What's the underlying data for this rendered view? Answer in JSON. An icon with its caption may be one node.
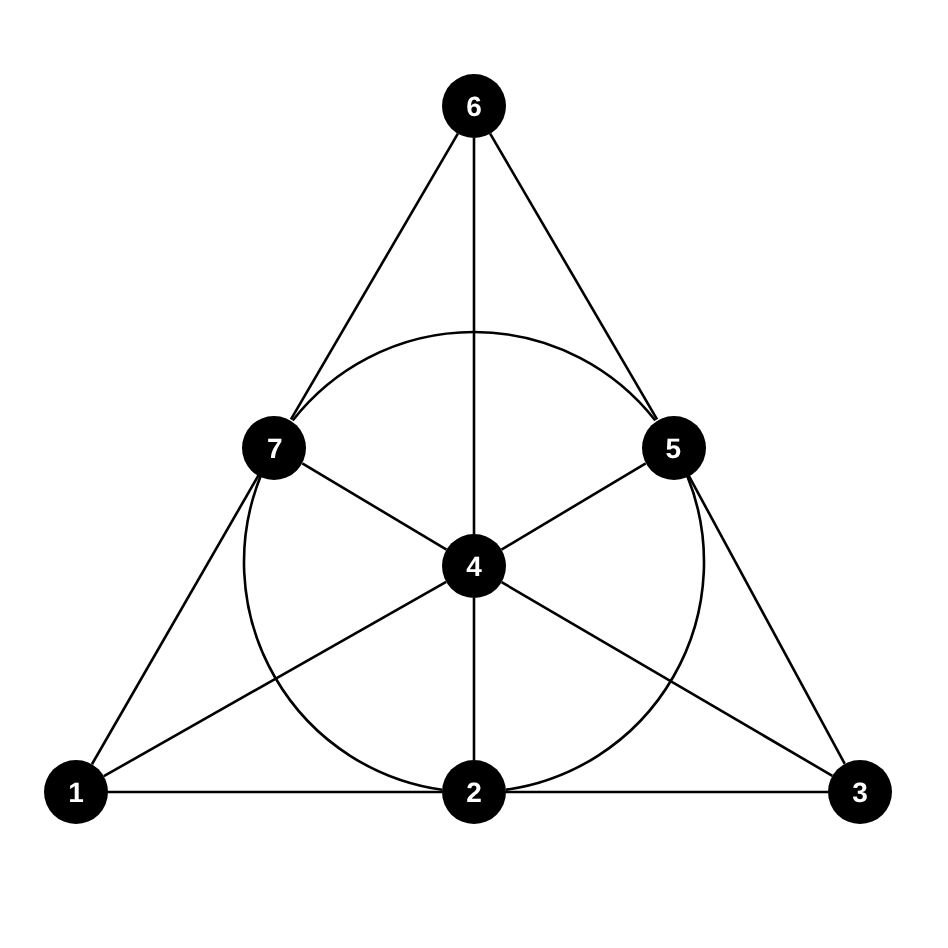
{
  "diagram": {
    "nodes": [
      {
        "text": [
          "6"
        ]
      },
      {
        "text": [
          "7"
        ]
      },
      {
        "text": [
          "5"
        ]
      },
      {
        "text": [
          "4"
        ]
      },
      {
        "text": [
          "1"
        ]
      },
      {
        "text": [
          "2"
        ]
      },
      {
        "text": [
          "3"
        ]
      }
    ],
    "edges": [
      {
        "from": 4,
        "to": 1,
        "arrow": "none"
      },
      {
        "from": 1,
        "to": 0,
        "arrow": "none"
      },
      {
        "from": 0,
        "to": 2,
        "arrow": "none"
      },
      {
        "from": 2,
        "to": 6,
        "arrow": "none"
      },
      {
        "from": 4,
        "to": 5,
        "arrow": "none"
      },
      {
        "from": 5,
        "to": 6,
        "arrow": "none"
      },
      {
        "from": 0,
        "to": 3,
        "arrow": "none"
      },
      {
        "from": 3,
        "to": 5,
        "arrow": "none"
      },
      {
        "from": 4,
        "to": 3,
        "arrow": "none"
      },
      {
        "from": 3,
        "to": 2,
        "arrow": "none"
      },
      {
        "from": 6,
        "to": 3,
        "arrow": "none"
      },
      {
        "from": 3,
        "to": 1,
        "arrow": "none"
      },
      {
        "from": 1,
        "to": 2,
        "arrow": "none"
      },
      {
        "from": 2,
        "to": 5,
        "arrow": "none"
      },
      {
        "from": 5,
        "to": 1,
        "arrow": "none"
      }
    ]
  }
}
